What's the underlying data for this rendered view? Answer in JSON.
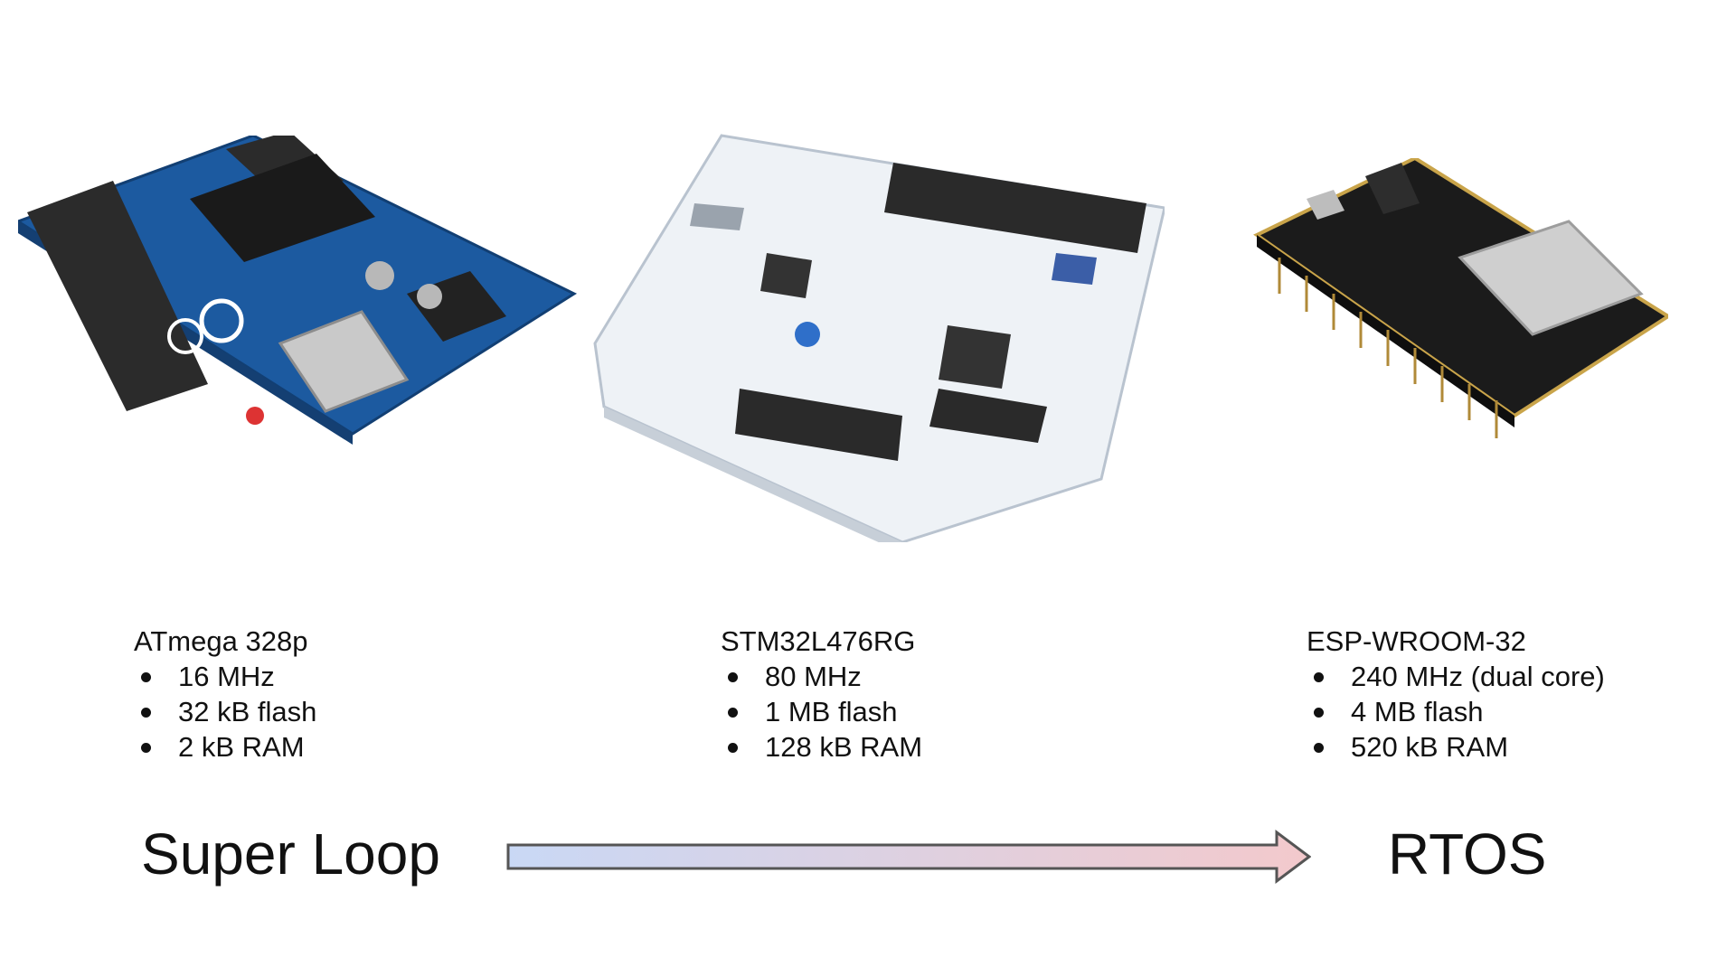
{
  "boards": [
    {
      "chip": "ATmega 328p",
      "specs": [
        "16 MHz",
        "32 kB flash",
        "2 kB RAM"
      ],
      "color": "#1f5fa6"
    },
    {
      "chip": "STM32L476RG",
      "specs": [
        "80 MHz",
        "1 MB flash",
        "128 kB RAM"
      ],
      "color": "#eef2f6"
    },
    {
      "chip": "ESP-WROOM-32",
      "specs": [
        "240 MHz (dual core)",
        "4 MB flash",
        "520 kB RAM"
      ],
      "color": "#1b1b1b"
    }
  ],
  "progression": {
    "left_label": "Super Loop",
    "right_label": "RTOS",
    "gradient_start": "#c9d8f5",
    "gradient_end": "#f3c9cc"
  }
}
